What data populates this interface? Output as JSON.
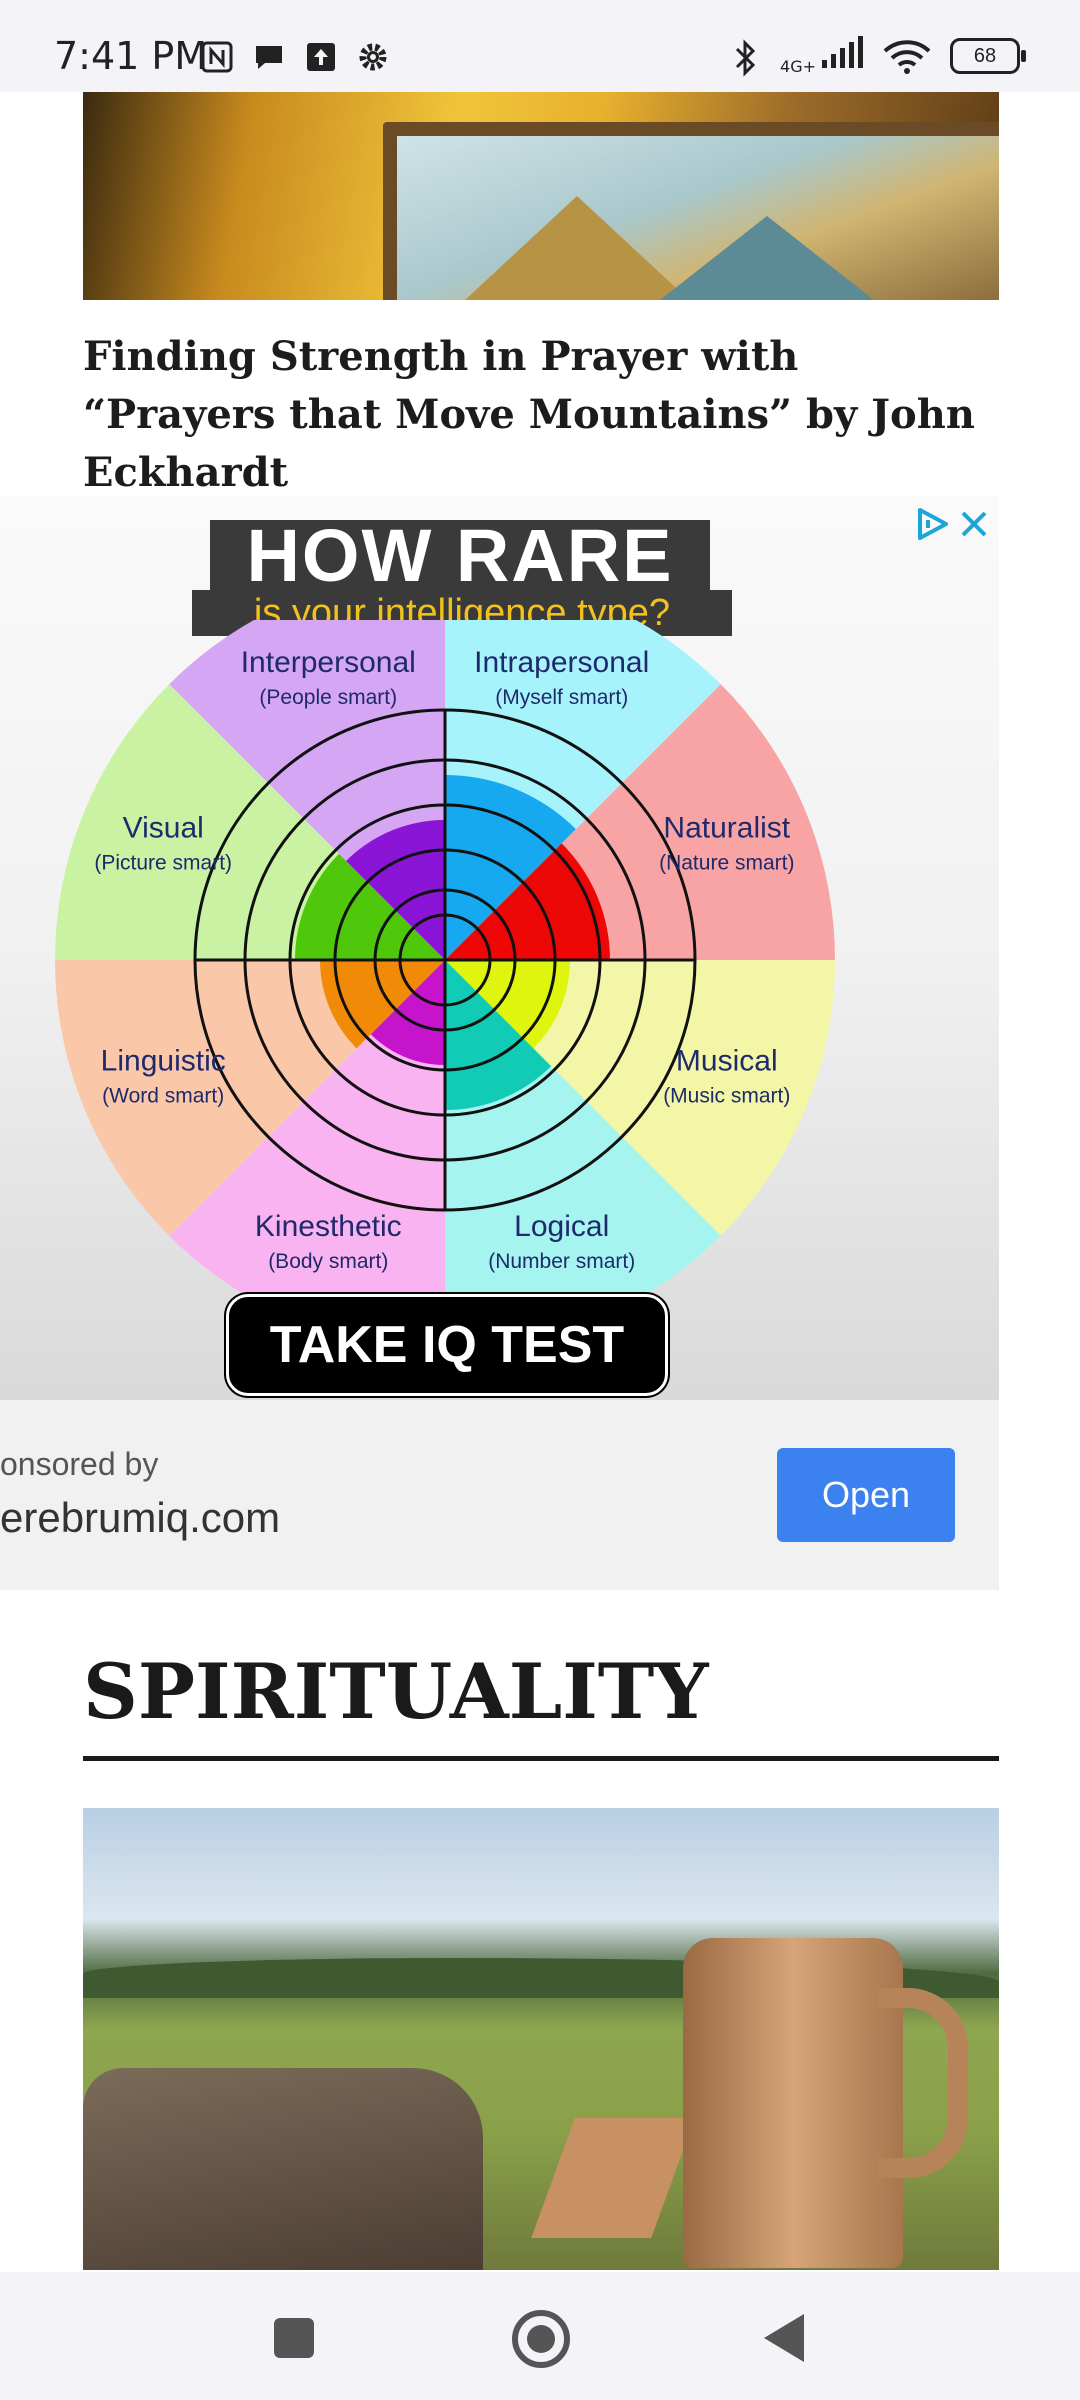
{
  "status_bar": {
    "time": "7:41 PM",
    "network": "4G+",
    "battery": "68",
    "icons": [
      "nfc-icon",
      "chat-icon",
      "upload-icon",
      "settings-icon",
      "bluetooth-icon",
      "signal-icon",
      "wifi-icon",
      "battery-icon"
    ]
  },
  "article": {
    "headline": "Finding Strength in Prayer with “Prayers that Move Mountains” by John Eckhardt"
  },
  "ad": {
    "headline": "HOW RARE",
    "subheadline": "is your intelligence type?",
    "segments": [
      {
        "name": "Interpersonal",
        "sub": "(People smart)",
        "color": "#d5a6f3"
      },
      {
        "name": "Intrapersonal",
        "sub": "(Myself smart)",
        "color": "#a7f3fb"
      },
      {
        "name": "Naturalist",
        "sub": "(Nature smart)",
        "color": "#f9a4a4"
      },
      {
        "name": "Musical",
        "sub": "(Music smart)",
        "color": "#f2f6a6"
      },
      {
        "name": "Logical",
        "sub": "(Number smart)",
        "color": "#a5f4ef"
      },
      {
        "name": "Kinesthetic",
        "sub": "(Body smart)",
        "color": "#f8b3f0"
      },
      {
        "name": "Linguistic",
        "sub": "(Word smart)",
        "color": "#fbc7a9"
      },
      {
        "name": "Visual",
        "sub": "(Picture smart)",
        "color": "#c9f3a2"
      }
    ],
    "inner_colors": [
      "#8b15d6",
      "#16a9f0",
      "#ee0707",
      "#dff50d",
      "#11cbb5",
      "#c514cc",
      "#f08a07",
      "#4fc80c"
    ],
    "cta": "TAKE IQ TEST",
    "sponsored_label": "onsored by",
    "domain": "erebrumiq.com",
    "open_label": "Open",
    "accent": "#3b82f0"
  },
  "section": {
    "title": "SPIRITUALITY"
  }
}
